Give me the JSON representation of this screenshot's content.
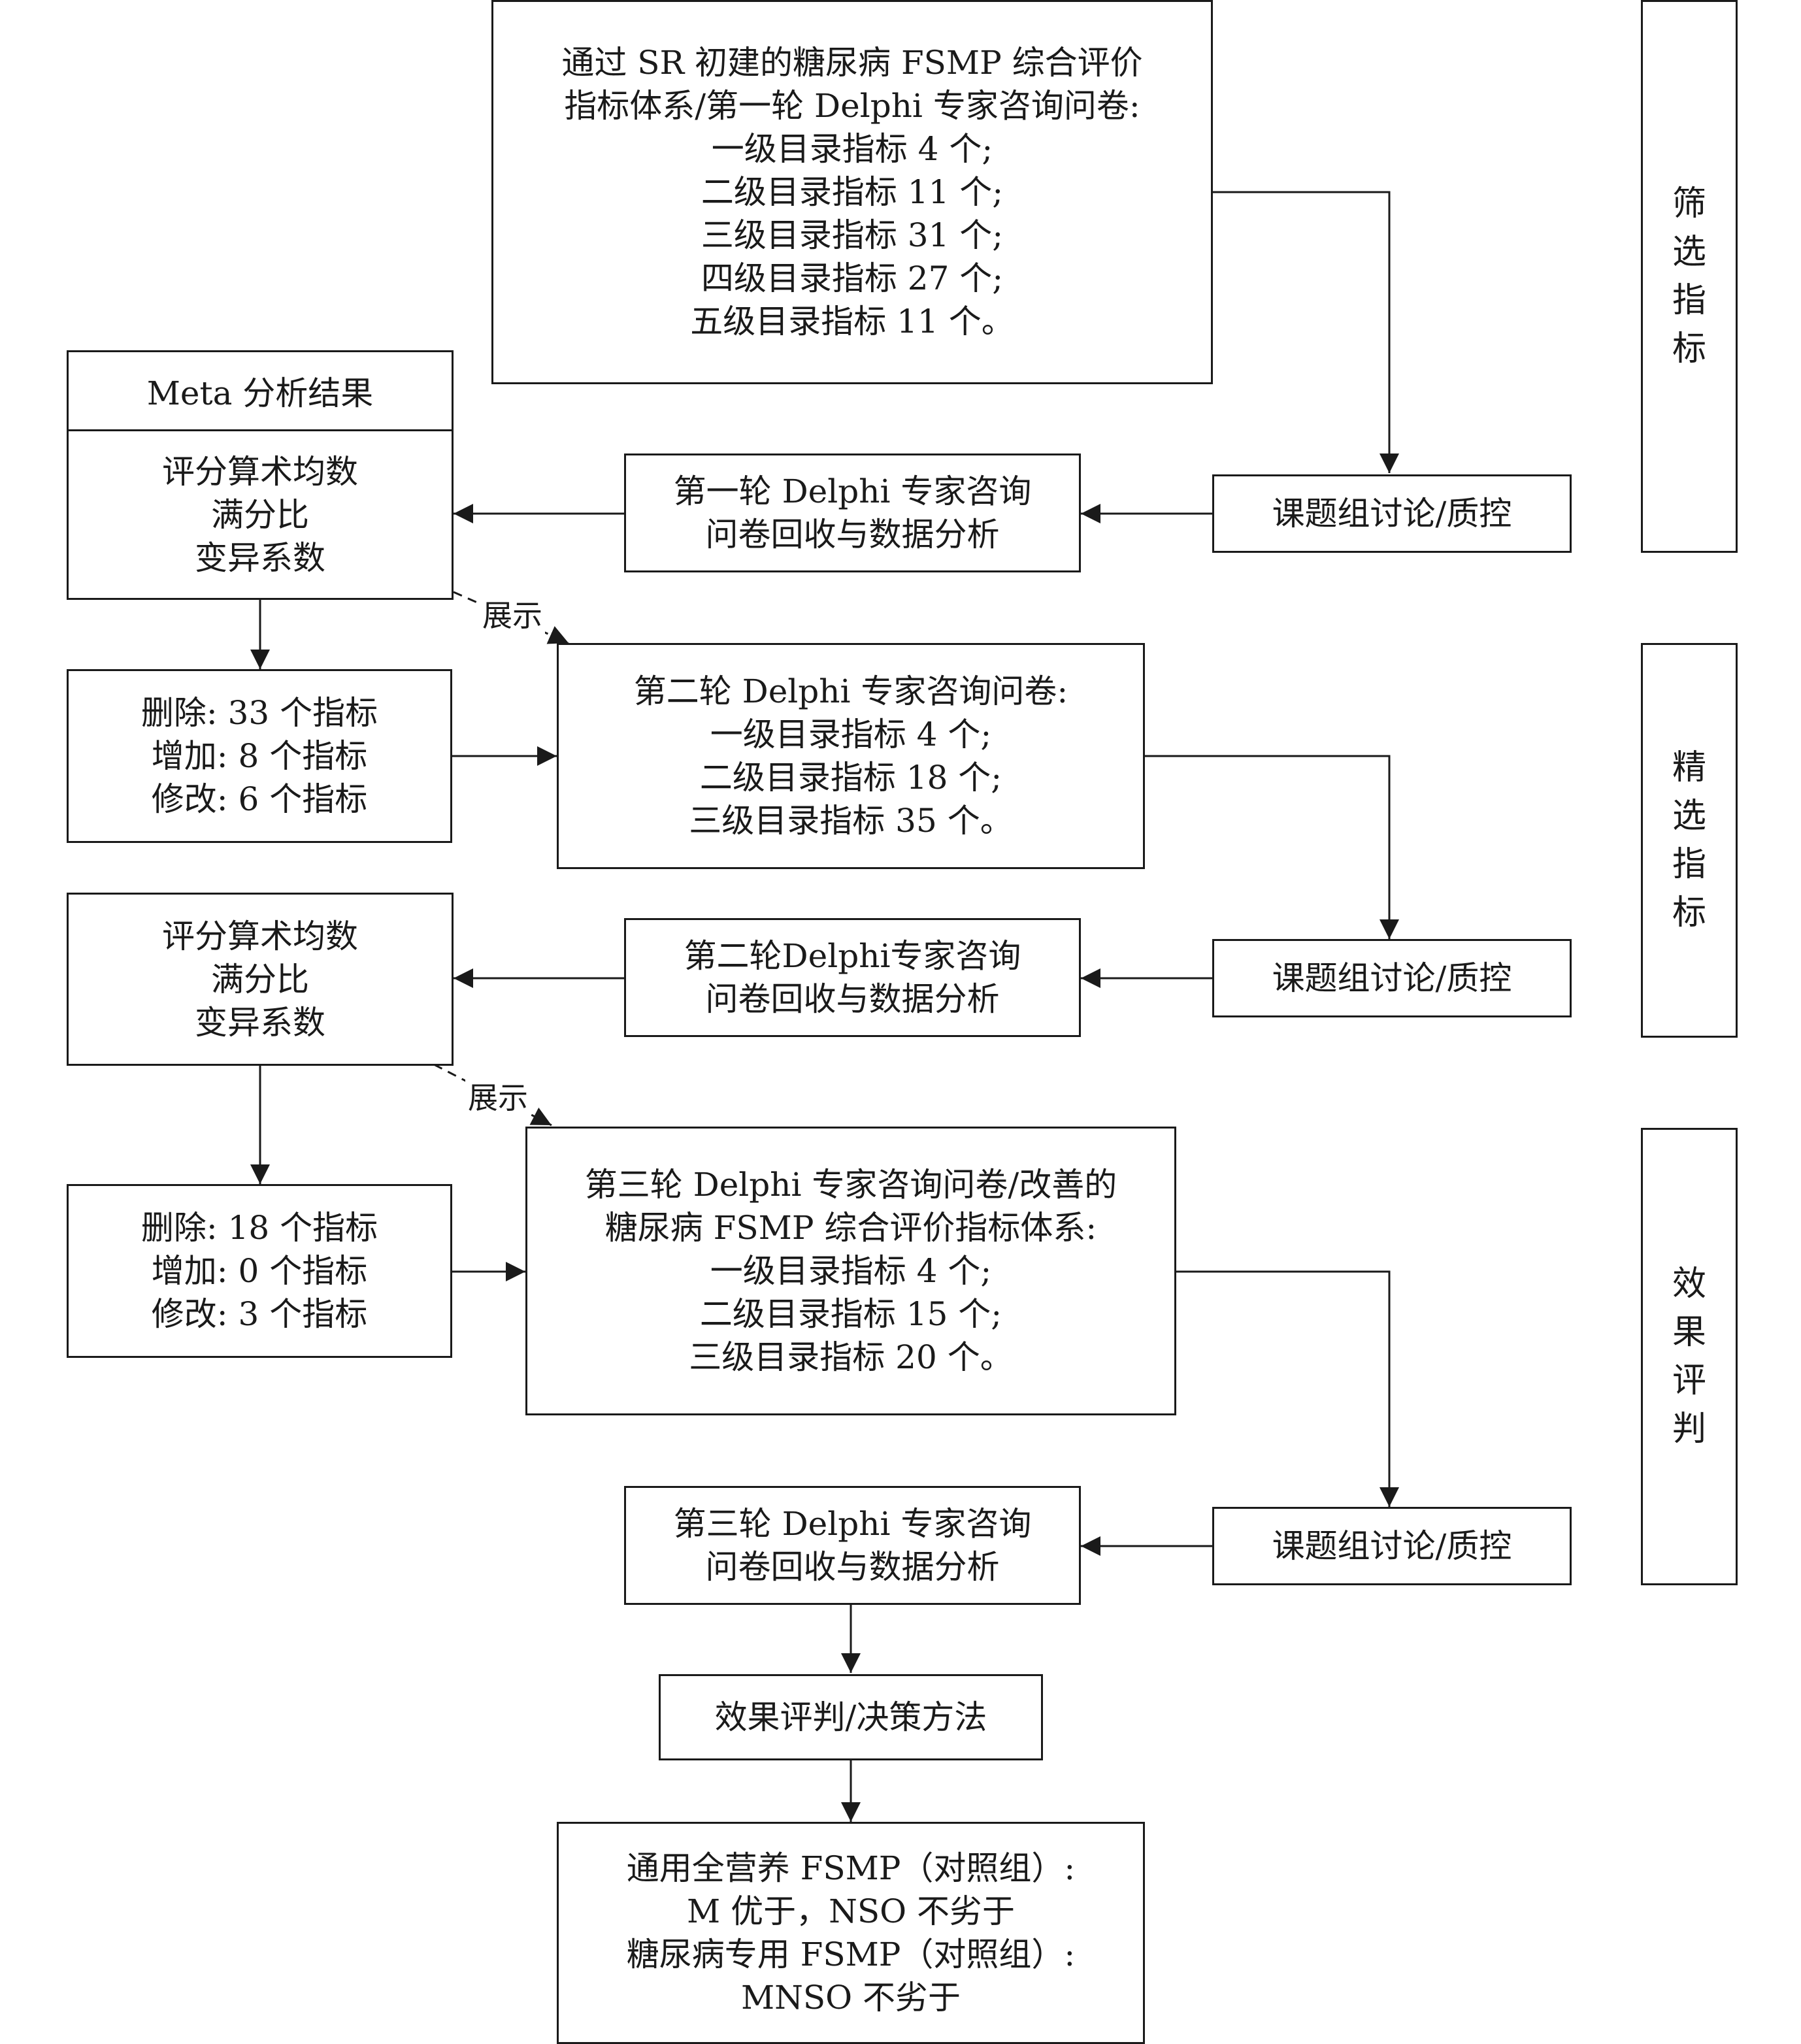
{
  "top_box": {
    "lines": [
      "通过 SR 初建的糖尿病 FSMP 综合评价",
      "指标体系/第一轮 Delphi 专家咨询问卷:",
      "一级目录指标 4 个;",
      "二级目录指标 11 个;",
      "三级目录指标 31 个;",
      "四级目录指标 27 个;",
      "五级目录指标 11 个。"
    ]
  },
  "meta_box": {
    "header": "Meta 分析结果",
    "lines": [
      "评分算术均数",
      "满分比",
      "变异系数"
    ]
  },
  "qc_labels": [
    "课题组讨论/质控",
    "课题组讨论/质控",
    "课题组讨论/质控"
  ],
  "round1_recovery": {
    "lines": [
      "第一轮 Delphi 专家咨询",
      "问卷回收与数据分析"
    ]
  },
  "show_labels": [
    "展示",
    "展示"
  ],
  "changes1": {
    "lines": [
      "删除: 33 个指标",
      "增加: 8 个指标",
      "修改: 6 个指标"
    ]
  },
  "round2_questionnaire": {
    "lines": [
      "第二轮 Delphi 专家咨询问卷:",
      "一级目录指标 4 个;",
      "二级目录指标 18 个;",
      "三级目录指标 35 个。"
    ]
  },
  "stats2": {
    "lines": [
      "评分算术均数",
      "满分比",
      "变异系数"
    ]
  },
  "round2_recovery": {
    "lines": [
      "第二轮Delphi专家咨询",
      "问卷回收与数据分析"
    ]
  },
  "changes2": {
    "lines": [
      "删除: 18 个指标",
      "增加: 0 个指标",
      "修改: 3 个指标"
    ]
  },
  "round3_questionnaire": {
    "lines": [
      "第三轮 Delphi 专家咨询问卷/改善的",
      "糖尿病 FSMP 综合评价指标体系:",
      "一级目录指标 4 个;",
      "二级目录指标 15 个;",
      "三级目录指标 20 个。"
    ]
  },
  "round3_recovery": {
    "lines": [
      "第三轮 Delphi 专家咨询",
      "问卷回收与数据分析"
    ]
  },
  "decision": {
    "label": "效果评判/决策方法"
  },
  "result": {
    "lines": [
      "通用全营养 FSMP（对照组）:",
      "M 优于，NSO 不劣于",
      "糖尿病专用 FSMP（对照组）:",
      "MNSO 不劣于"
    ]
  },
  "stages": [
    {
      "chars": [
        "筛",
        "选",
        "指",
        "标"
      ]
    },
    {
      "chars": [
        "精",
        "选",
        "指",
        "标"
      ]
    },
    {
      "chars": [
        "效",
        "果",
        "评",
        "判"
      ]
    }
  ]
}
